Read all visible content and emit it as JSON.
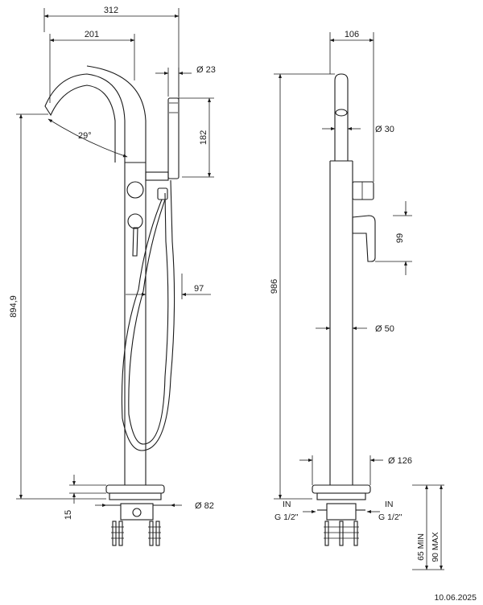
{
  "dimensions": {
    "overall_reach": "312",
    "spout_reach": "201",
    "handshower_dia": "Ø 23",
    "handshower_len": "182",
    "spout_angle": "29°",
    "hose_offset": "97",
    "spout_height": "894,9",
    "base_thickness": "15",
    "base_dia": "Ø 82",
    "side_width": "106",
    "spout_dia": "Ø 30",
    "lever_height": "99",
    "column_dia": "Ø 50",
    "overall_height": "986",
    "flange_dia": "Ø 126",
    "rough_min": "65 MIN",
    "rough_max": "90 MAX"
  },
  "connections": {
    "left_in": "IN",
    "left_thread": "G 1/2\"",
    "right_in": "IN",
    "right_thread": "G 1/2\""
  },
  "footer": {
    "date": "10.06.2025"
  }
}
